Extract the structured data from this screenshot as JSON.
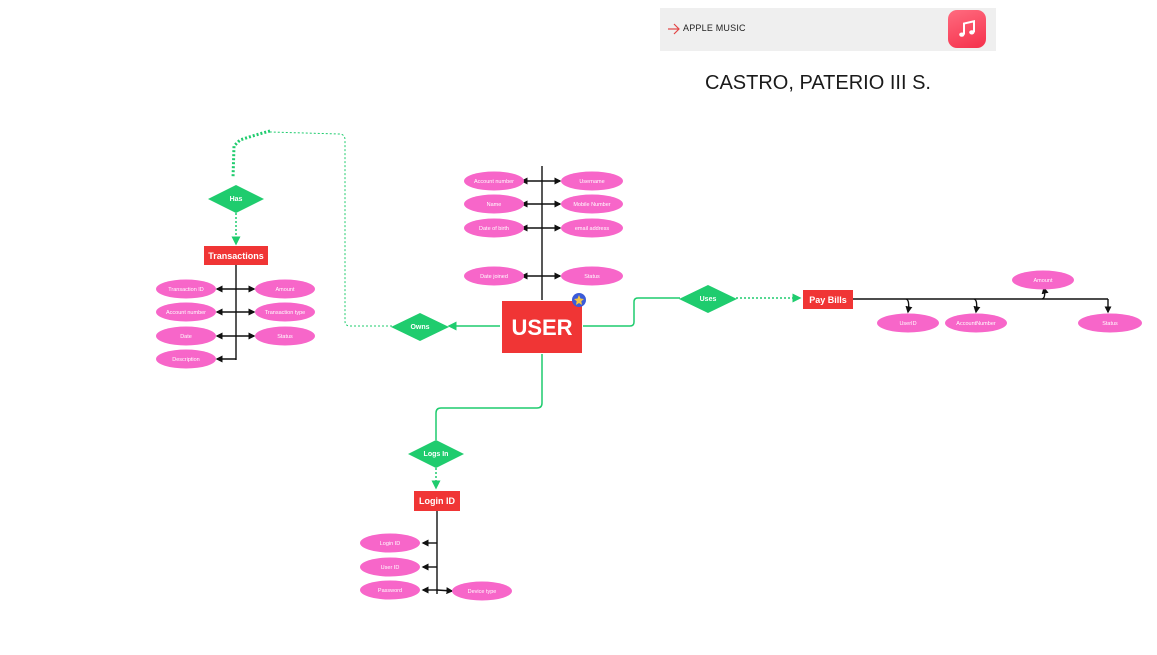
{
  "banner": {
    "label": "APPLE MUSIC",
    "icon": "music-note-icon",
    "arrow_icon": "arrow-right-icon"
  },
  "author": "CASTRO, PATERIO III S.",
  "colors": {
    "entity": "#f03535",
    "relationship": "#1fcc6e",
    "attribute": "#f766c9",
    "connector": "#1fcc6e"
  },
  "entities": {
    "user": "USER",
    "transactions": "Transactions",
    "pay_bills": "Pay Bills",
    "login_id": "Login ID"
  },
  "relationships": {
    "has": "Has",
    "owns": "Owns",
    "uses": "Uses",
    "logs_in": "Logs In"
  },
  "attributes": {
    "user": [
      "Account number",
      "Username",
      "Name",
      "Mobile Number",
      "Date of birth",
      "email address",
      "Date joined",
      "Status"
    ],
    "transactions": [
      "Transaction ID",
      "Amount",
      "Account number",
      "Transaction type",
      "Date",
      "Status",
      "Description"
    ],
    "pay_bills": [
      "Amount",
      "UserID",
      "AccountNumber",
      "Status"
    ],
    "login_id": [
      "Login ID",
      "User ID",
      "Password",
      "Device type"
    ]
  }
}
